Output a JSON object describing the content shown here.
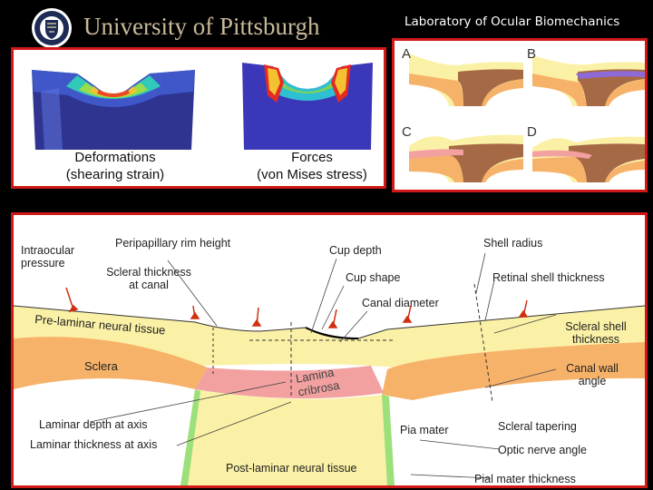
{
  "header": {
    "university": "University of Pittsburgh",
    "lab": "Laboratory of Ocular Biomechanics"
  },
  "fem_panel": {
    "left_caption_line1": "Deformations",
    "left_caption_line2": "(shearing strain)",
    "right_caption_line1": "Forces",
    "right_caption_line2": "(von Mises stress)"
  },
  "variants_panel": {
    "labels": [
      "A",
      "B",
      "C",
      "D"
    ]
  },
  "schematic": {
    "labels": {
      "intraocular_pressure_1": "Intraocular",
      "intraocular_pressure_2": "pressure",
      "peripapillary_rim_height": "Peripapillary rim height",
      "scleral_thickness_canal_1": "Scleral thickness",
      "scleral_thickness_canal_2": "at canal",
      "cup_depth": "Cup depth",
      "cup_shape": "Cup shape",
      "canal_diameter": "Canal diameter",
      "shell_radius": "Shell radius",
      "retinal_shell_thickness": "Retinal shell thickness",
      "scleral_shell_thickness_1": "Scleral shell",
      "scleral_shell_thickness_2": "thickness",
      "canal_wall_angle_1": "Canal wall",
      "canal_wall_angle_2": "angle",
      "prelaminar": "Pre-laminar  neural tissue",
      "sclera": "Sclera",
      "lamina_1": "Lamina",
      "lamina_2": "cribrosa",
      "laminar_depth": "Laminar depth at axis",
      "laminar_thickness": "Laminar thickness at axis",
      "pia_mater": "Pia mater",
      "scleral_tapering": "Scleral tapering",
      "optic_nerve_angle": "Optic nerve angle",
      "postlaminar": "Post-laminar neural tissue",
      "pial_mater_thickness": "Pial mater thickness"
    }
  },
  "colors": {
    "slide_background": "#000000",
    "panel_border": "#d01818",
    "neural_tissue": "#fbf1a6",
    "sclera": "#f7b26a",
    "lamina": "#f2a0a0",
    "pia": "#9be07a",
    "arrow": "#d03010"
  }
}
